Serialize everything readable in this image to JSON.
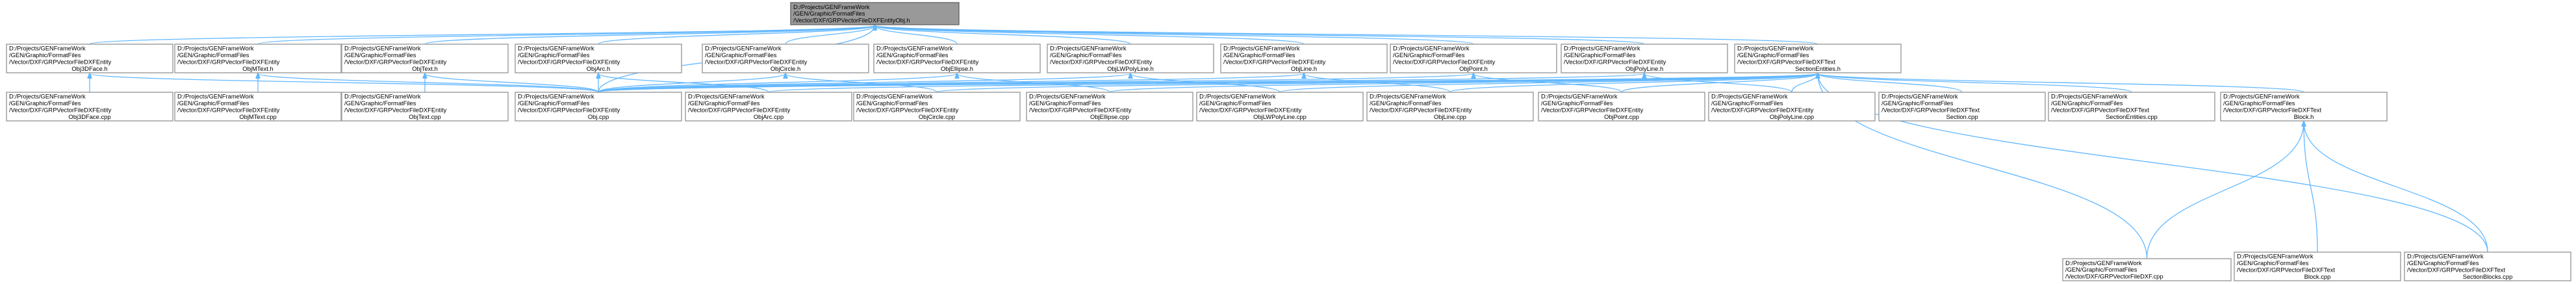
{
  "colors": {
    "edge": "#63b8ff",
    "node_border": "#999999",
    "root_fill": "#999999",
    "text": "#000000"
  },
  "nodes": {
    "root": {
      "lines": [
        "D:/Projects/GENFrameWork",
        "/GEN/Graphic/FormatFiles",
        "/Vector/DXF/GRPVectorFileDXFEntityObj.h"
      ]
    },
    "obj3dface_h": {
      "lines": [
        "D:/Projects/GENFrameWork",
        "/GEN/Graphic/FormatFiles",
        "/Vector/DXF/GRPVectorFileDXFEntity",
        "Obj3DFace.h"
      ]
    },
    "objmtext_h": {
      "lines": [
        "D:/Projects/GENFrameWork",
        "/GEN/Graphic/FormatFiles",
        "/Vector/DXF/GRPVectorFileDXFEntity",
        "ObjMText.h"
      ]
    },
    "objtext_h": {
      "lines": [
        "D:/Projects/GENFrameWork",
        "/GEN/Graphic/FormatFiles",
        "/Vector/DXF/GRPVectorFileDXFEntity",
        "ObjText.h"
      ]
    },
    "objarc_h": {
      "lines": [
        "D:/Projects/GENFrameWork",
        "/GEN/Graphic/FormatFiles",
        "/Vector/DXF/GRPVectorFileDXFEntity",
        "ObjArc.h"
      ]
    },
    "objcircle_h": {
      "lines": [
        "D:/Projects/GENFrameWork",
        "/GEN/Graphic/FormatFiles",
        "/Vector/DXF/GRPVectorFileDXFEntity",
        "ObjCircle.h"
      ]
    },
    "objellipse_h": {
      "lines": [
        "D:/Projects/GENFrameWork",
        "/GEN/Graphic/FormatFiles",
        "/Vector/DXF/GRPVectorFileDXFEntity",
        "ObjEllipse.h"
      ]
    },
    "objlwpolyline_h": {
      "lines": [
        "D:/Projects/GENFrameWork",
        "/GEN/Graphic/FormatFiles",
        "/Vector/DXF/GRPVectorFileDXFEntity",
        "ObjLWPolyLine.h"
      ]
    },
    "objline_h": {
      "lines": [
        "D:/Projects/GENFrameWork",
        "/GEN/Graphic/FormatFiles",
        "/Vector/DXF/GRPVectorFileDXFEntity",
        "ObjLine.h"
      ]
    },
    "objpoint_h": {
      "lines": [
        "D:/Projects/GENFrameWork",
        "/GEN/Graphic/FormatFiles",
        "/Vector/DXF/GRPVectorFileDXFEntity",
        "ObjPoint.h"
      ]
    },
    "objpolyline_h": {
      "lines": [
        "D:/Projects/GENFrameWork",
        "/GEN/Graphic/FormatFiles",
        "/Vector/DXF/GRPVectorFileDXFEntity",
        "ObjPolyLine.h"
      ]
    },
    "sectionentities_h": {
      "lines": [
        "D:/Projects/GENFrameWork",
        "/GEN/Graphic/FormatFiles",
        "/Vector/DXF/GRPVectorFileDXFText",
        "SectionEntities.h"
      ]
    },
    "obj3dface_cpp": {
      "lines": [
        "D:/Projects/GENFrameWork",
        "/GEN/Graphic/FormatFiles",
        "/Vector/DXF/GRPVectorFileDXFEntity",
        "Obj3DFace.cpp"
      ]
    },
    "objmtext_cpp": {
      "lines": [
        "D:/Projects/GENFrameWork",
        "/GEN/Graphic/FormatFiles",
        "/Vector/DXF/GRPVectorFileDXFEntity",
        "ObjMText.cpp"
      ]
    },
    "objtext_cpp": {
      "lines": [
        "D:/Projects/GENFrameWork",
        "/GEN/Graphic/FormatFiles",
        "/Vector/DXF/GRPVectorFileDXFEntity",
        "ObjText.cpp"
      ]
    },
    "obj_cpp": {
      "lines": [
        "D:/Projects/GENFrameWork",
        "/GEN/Graphic/FormatFiles",
        "/Vector/DXF/GRPVectorFileDXFEntity",
        "Obj.cpp"
      ]
    },
    "objarc_cpp": {
      "lines": [
        "D:/Projects/GENFrameWork",
        "/GEN/Graphic/FormatFiles",
        "/Vector/DXF/GRPVectorFileDXFEntity",
        "ObjArc.cpp"
      ]
    },
    "objcircle_cpp": {
      "lines": [
        "D:/Projects/GENFrameWork",
        "/GEN/Graphic/FormatFiles",
        "/Vector/DXF/GRPVectorFileDXFEntity",
        "ObjCircle.cpp"
      ]
    },
    "objellipse_cpp": {
      "lines": [
        "D:/Projects/GENFrameWork",
        "/GEN/Graphic/FormatFiles",
        "/Vector/DXF/GRPVectorFileDXFEntity",
        "ObjEllipse.cpp"
      ]
    },
    "objlwpolyline_cpp": {
      "lines": [
        "D:/Projects/GENFrameWork",
        "/GEN/Graphic/FormatFiles",
        "/Vector/DXF/GRPVectorFileDXFEntity",
        "ObjLWPolyLine.cpp"
      ]
    },
    "objline_cpp": {
      "lines": [
        "D:/Projects/GENFrameWork",
        "/GEN/Graphic/FormatFiles",
        "/Vector/DXF/GRPVectorFileDXFEntity",
        "ObjLine.cpp"
      ]
    },
    "objpoint_cpp": {
      "lines": [
        "D:/Projects/GENFrameWork",
        "/GEN/Graphic/FormatFiles",
        "/Vector/DXF/GRPVectorFileDXFEntity",
        "ObjPoint.cpp"
      ]
    },
    "objpolyline_cpp": {
      "lines": [
        "D:/Projects/GENFrameWork",
        "/GEN/Graphic/FormatFiles",
        "/Vector/DXF/GRPVectorFileDXFEntity",
        "ObjPolyLine.cpp"
      ]
    },
    "section_cpp": {
      "lines": [
        "D:/Projects/GENFrameWork",
        "/GEN/Graphic/FormatFiles",
        "/Vector/DXF/GRPVectorFileDXFText",
        "Section.cpp"
      ]
    },
    "sectionentities_cpp": {
      "lines": [
        "D:/Projects/GENFrameWork",
        "/GEN/Graphic/FormatFiles",
        "/Vector/DXF/GRPVectorFileDXFText",
        "SectionEntities.cpp"
      ]
    },
    "block_h": {
      "lines": [
        "D:/Projects/GENFrameWork",
        "/GEN/Graphic/FormatFiles",
        "/Vector/DXF/GRPVectorFileDXFText",
        "Block.h"
      ]
    },
    "grpvectorfiledxf_cpp": {
      "lines": [
        "D:/Projects/GENFrameWork",
        "/GEN/Graphic/FormatFiles",
        "/Vector/DXF/GRPVectorFileDXF.cpp"
      ]
    },
    "block_cpp": {
      "lines": [
        "D:/Projects/GENFrameWork",
        "/GEN/Graphic/FormatFiles",
        "/Vector/DXF/GRPVectorFileDXFText",
        "Block.cpp"
      ]
    },
    "sectionblocks_cpp": {
      "lines": [
        "D:/Projects/GENFrameWork",
        "/GEN/Graphic/FormatFiles",
        "/Vector/DXF/GRPVectorFileDXFText",
        "SectionBlocks.cpp"
      ]
    }
  },
  "edges": [
    [
      "root",
      "obj3dface_h"
    ],
    [
      "root",
      "objmtext_h"
    ],
    [
      "root",
      "objtext_h"
    ],
    [
      "root",
      "objarc_h"
    ],
    [
      "root",
      "objcircle_h"
    ],
    [
      "root",
      "objellipse_h"
    ],
    [
      "root",
      "objlwpolyline_h"
    ],
    [
      "root",
      "objline_h"
    ],
    [
      "root",
      "objpoint_h"
    ],
    [
      "root",
      "objpolyline_h"
    ],
    [
      "root",
      "sectionentities_h"
    ],
    [
      "root",
      "obj_cpp"
    ],
    [
      "obj3dface_h",
      "obj3dface_cpp"
    ],
    [
      "obj3dface_h",
      "obj_cpp"
    ],
    [
      "objmtext_h",
      "objmtext_cpp"
    ],
    [
      "objmtext_h",
      "obj_cpp"
    ],
    [
      "objtext_h",
      "objtext_cpp"
    ],
    [
      "objtext_h",
      "obj_cpp"
    ],
    [
      "objarc_h",
      "obj_cpp"
    ],
    [
      "objarc_h",
      "objarc_cpp"
    ],
    [
      "objcircle_h",
      "obj_cpp"
    ],
    [
      "objcircle_h",
      "objcircle_cpp"
    ],
    [
      "objellipse_h",
      "obj_cpp"
    ],
    [
      "objellipse_h",
      "objellipse_cpp"
    ],
    [
      "objlwpolyline_h",
      "obj_cpp"
    ],
    [
      "objlwpolyline_h",
      "objlwpolyline_cpp"
    ],
    [
      "objline_h",
      "obj_cpp"
    ],
    [
      "objline_h",
      "objline_cpp"
    ],
    [
      "objpoint_h",
      "obj_cpp"
    ],
    [
      "objpoint_h",
      "objpoint_cpp"
    ],
    [
      "objpolyline_h",
      "obj_cpp"
    ],
    [
      "objpolyline_h",
      "objpolyline_cpp"
    ],
    [
      "sectionentities_h",
      "obj_cpp"
    ],
    [
      "sectionentities_h",
      "objarc_cpp"
    ],
    [
      "sectionentities_h",
      "objcircle_cpp"
    ],
    [
      "sectionentities_h",
      "objellipse_cpp"
    ],
    [
      "sectionentities_h",
      "objlwpolyline_cpp"
    ],
    [
      "sectionentities_h",
      "objline_cpp"
    ],
    [
      "sectionentities_h",
      "objpoint_cpp"
    ],
    [
      "sectionentities_h",
      "objpolyline_cpp"
    ],
    [
      "sectionentities_h",
      "section_cpp"
    ],
    [
      "sectionentities_h",
      "sectionentities_cpp"
    ],
    [
      "sectionentities_h",
      "block_h"
    ],
    [
      "sectionentities_h",
      "grpvectorfiledxf_cpp"
    ],
    [
      "sectionentities_h",
      "sectionblocks_cpp"
    ],
    [
      "block_h",
      "grpvectorfiledxf_cpp"
    ],
    [
      "block_h",
      "block_cpp"
    ],
    [
      "block_h",
      "sectionblocks_cpp"
    ]
  ]
}
